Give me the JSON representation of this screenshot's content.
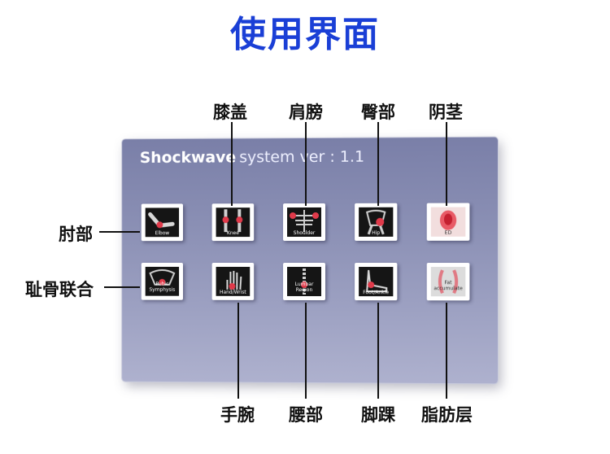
{
  "page_title": "使用界面",
  "screen": {
    "brand": "Shockwave",
    "version_text": "system ver : 1.1"
  },
  "callouts": {
    "knee": "膝盖",
    "shoulder": "肩膀",
    "hip": "臀部",
    "ed": "阴茎",
    "elbow": "肘部",
    "pubic": "耻骨联合",
    "hand": "手腕",
    "lumbar": "腰部",
    "foot": "脚踝",
    "fat": "脂肪层"
  },
  "tiles": {
    "elbow": "Elbow",
    "knee": "Knee",
    "shoulder": "Shoulder",
    "hip": "Hip",
    "ed": "ED",
    "pubic": "Pubic Symphysis",
    "hand": "Hand/Wrist",
    "lumbar": "Lumbar Region",
    "foot": "Foot/Ankle",
    "fat": "Fat accumulate"
  }
}
